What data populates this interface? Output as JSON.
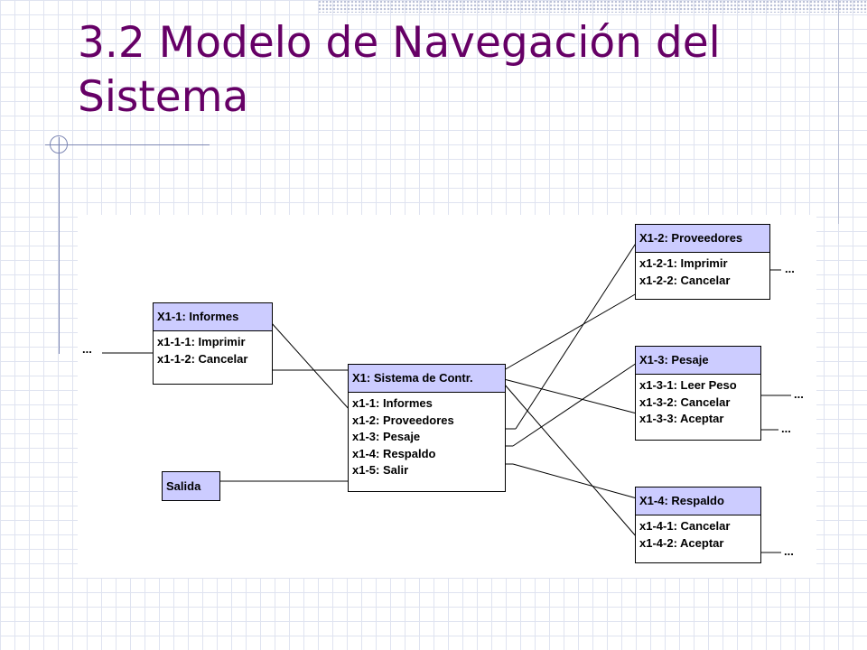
{
  "slide": {
    "title_line1": "3.2 Modelo de Navegación del",
    "title_line2": "Sistema"
  },
  "diagram": {
    "informes": {
      "title": "X1-1: Informes",
      "items": [
        "x1-1-1: Imprimir",
        "x1-1-2: Cancelar"
      ]
    },
    "sistema": {
      "title": "X1: Sistema de Contr.",
      "items": [
        "x1-1: Informes",
        "x1-2: Proveedores",
        "x1-3: Pesaje",
        "x1-4: Respaldo",
        "x1-5: Salir"
      ]
    },
    "salida": {
      "title": "Salida"
    },
    "proveedores": {
      "title": "X1-2: Proveedores",
      "items": [
        "x1-2-1: Imprimir",
        "x1-2-2: Cancelar"
      ]
    },
    "pesaje": {
      "title": "X1-3: Pesaje",
      "items": [
        "x1-3-1: Leer Peso",
        "x1-3-2: Cancelar",
        "x1-3-3: Aceptar"
      ]
    },
    "respaldo": {
      "title": "X1-4: Respaldo",
      "items": [
        "x1-4-1: Cancelar",
        "x1-4-2: Aceptar"
      ]
    },
    "ellipsis": "..."
  }
}
